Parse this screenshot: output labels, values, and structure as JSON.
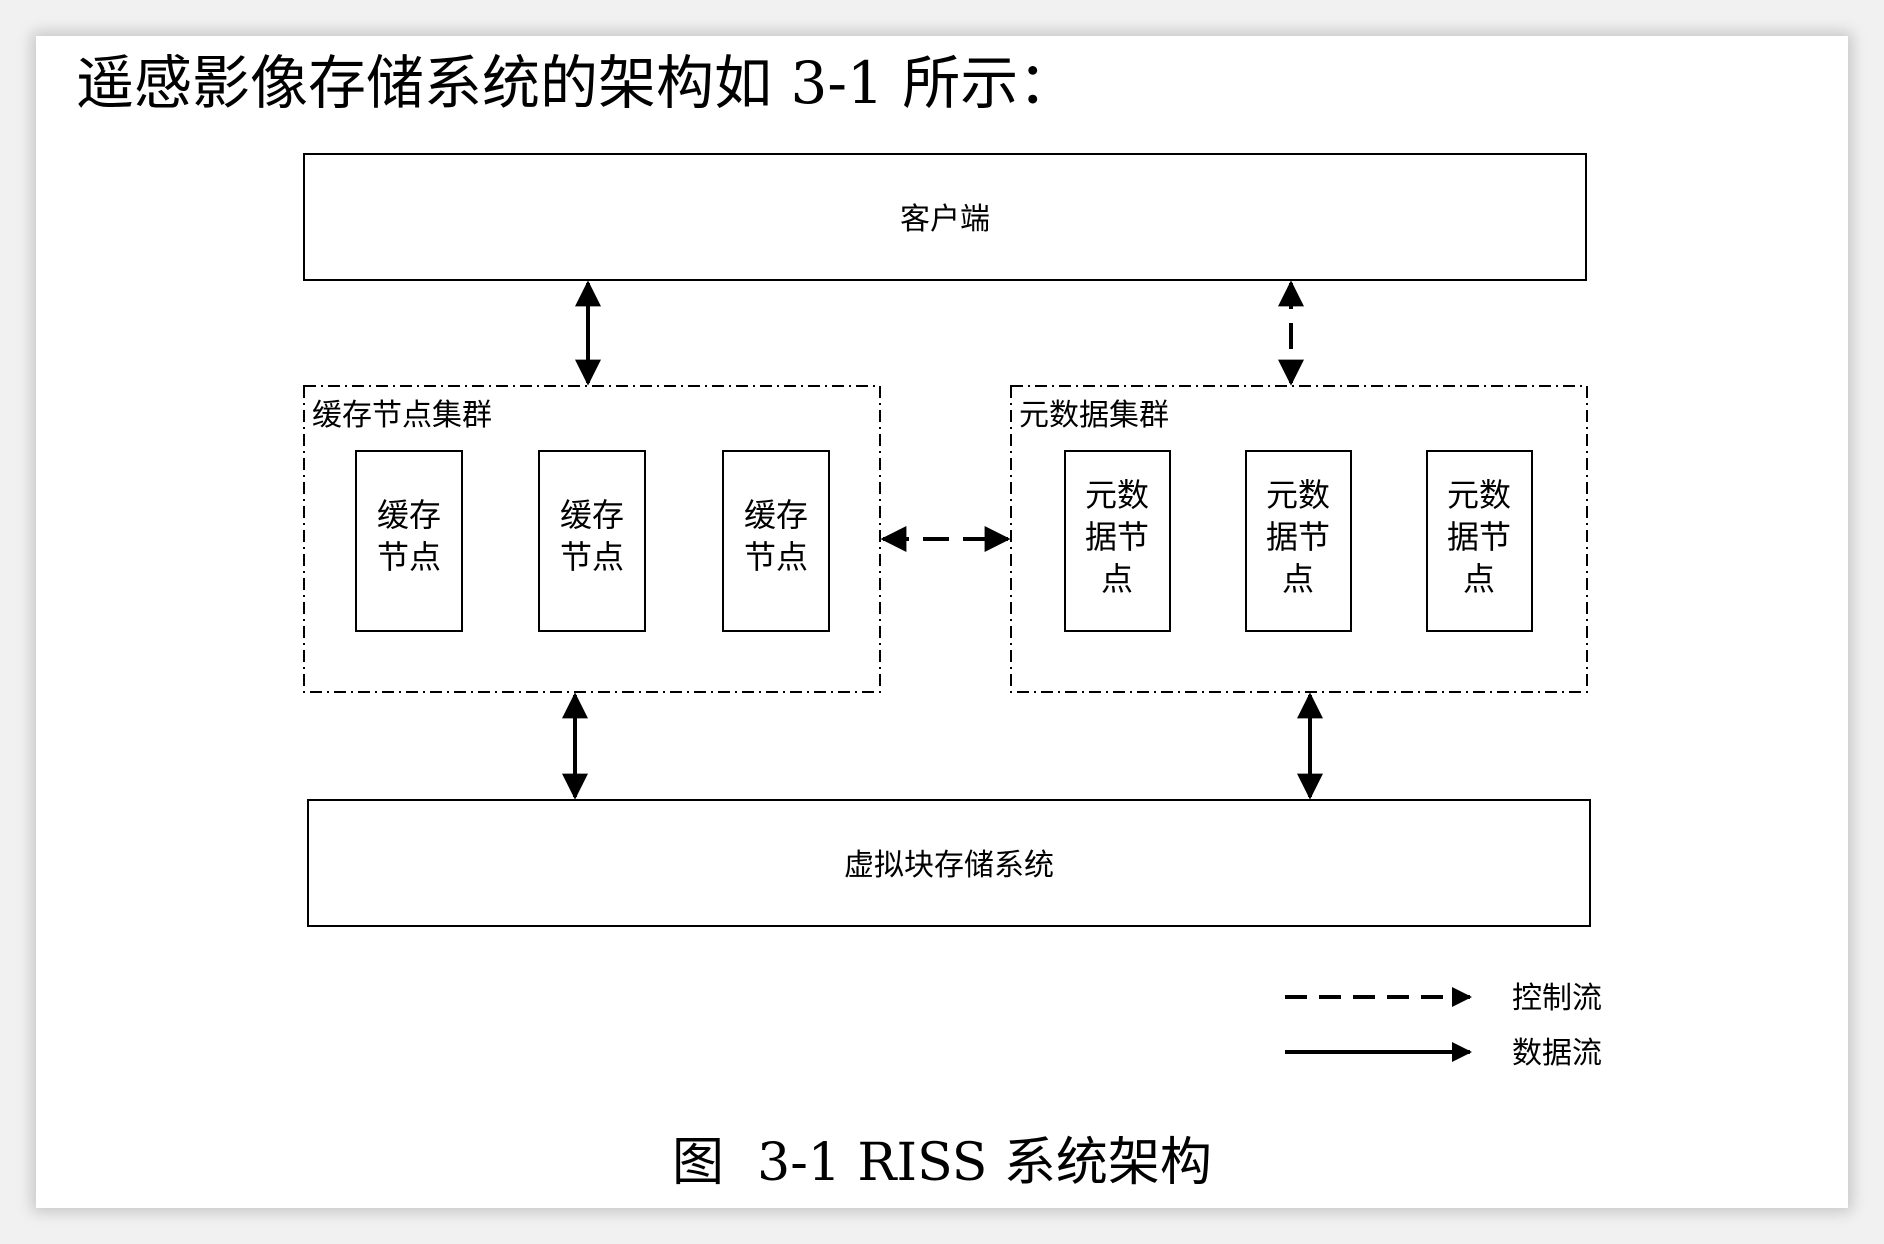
{
  "intro_text": "遥感影像存储系统的架构如 3-1 所示：",
  "caption": "图  3-1 RISS 系统架构",
  "client": {
    "label": "客户端"
  },
  "cache_cluster": {
    "title": "缓存节点集群",
    "nodes": [
      {
        "lines": [
          "缓存",
          "节点"
        ]
      },
      {
        "lines": [
          "缓存",
          "节点"
        ]
      },
      {
        "lines": [
          "缓存",
          "节点"
        ]
      }
    ]
  },
  "metadata_cluster": {
    "title": "元数据集群",
    "nodes": [
      {
        "lines": [
          "元数",
          "据节",
          "点"
        ]
      },
      {
        "lines": [
          "元数",
          "据节",
          "点"
        ]
      },
      {
        "lines": [
          "元数",
          "据节",
          "点"
        ]
      }
    ]
  },
  "storage": {
    "label": "虚拟块存储系统"
  },
  "legend": {
    "control_flow": "控制流",
    "data_flow": "数据流"
  }
}
